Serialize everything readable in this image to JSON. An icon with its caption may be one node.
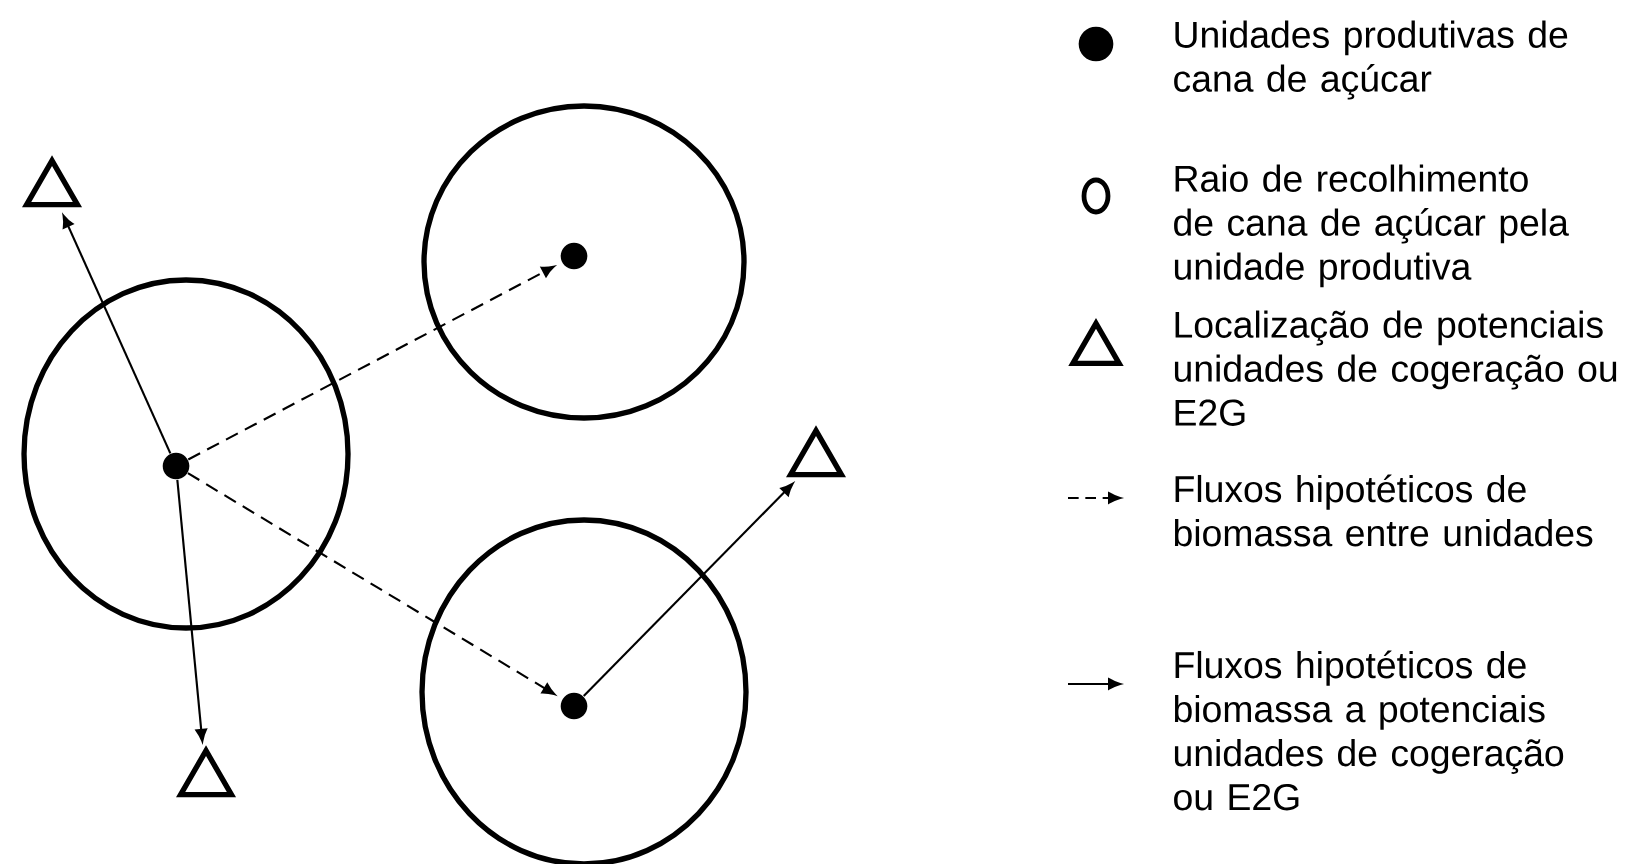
{
  "diagram": {
    "nodes": [
      {
        "text": [],
        "shape": "circle"
      },
      {
        "text": [],
        "shape": "dot",
        "in": 0
      },
      {
        "text": [],
        "shape": "circle"
      },
      {
        "text": [],
        "shape": "dot",
        "in": 2
      },
      {
        "text": [],
        "shape": "circle"
      },
      {
        "text": [],
        "shape": "dot",
        "in": 4
      },
      {
        "text": [],
        "shape": "triangle"
      },
      {
        "text": [],
        "shape": "triangle"
      },
      {
        "text": [],
        "shape": "triangle"
      }
    ],
    "edges": [
      {
        "from": 1,
        "to": 6,
        "arrow": "to"
      },
      {
        "from": 1,
        "to": 3,
        "arrow": "to",
        "style": "dashed"
      },
      {
        "from": 1,
        "to": 5,
        "arrow": "to",
        "style": "dashed"
      },
      {
        "from": 1,
        "to": 7,
        "arrow": "to"
      },
      {
        "from": 5,
        "to": 8,
        "arrow": "to"
      }
    ],
    "legend": [
      {
        "text": "Unidades produtivas de cana de açúcar"
      },
      {
        "text": "Raio de recolhimento de cana de açúcar pela unidade produtiva"
      },
      {
        "text": "Localização de potenciais unidades de cogeração ou E2G"
      },
      {
        "text": "Fluxos hipotéticos de biomassa entre unidades"
      },
      {
        "text": "Fluxos hipotéticos de biomassa a potenciais unidades de cogeração ou E2G"
      }
    ]
  }
}
